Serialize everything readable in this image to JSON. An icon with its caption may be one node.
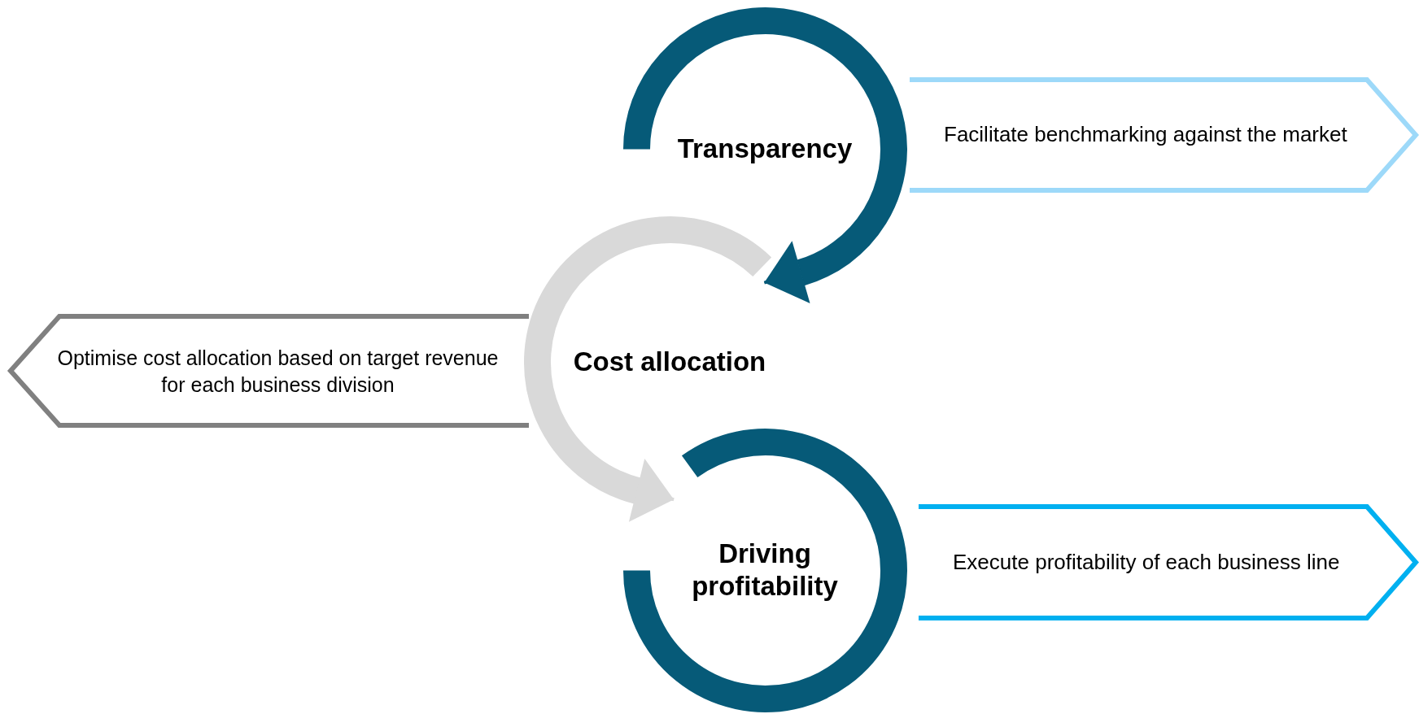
{
  "diagram": {
    "nodes": [
      {
        "text": [
          "Transparency"
        ]
      },
      {
        "text": [
          "Facilitate benchmarking against the market"
        ]
      },
      {
        "text": [
          "Cost allocation"
        ]
      },
      {
        "text": [
          "Optimise cost allocation based on target revenue for each business division"
        ]
      },
      {
        "text": [
          "Driving profitability"
        ]
      },
      {
        "text": [
          "Execute profitability of each business line"
        ]
      }
    ],
    "edges": [
      {
        "from": 0,
        "to": 2,
        "arrow": "to"
      },
      {
        "from": 2,
        "to": 4,
        "arrow": "to",
        "color": "#d9d9d9"
      }
    ]
  }
}
